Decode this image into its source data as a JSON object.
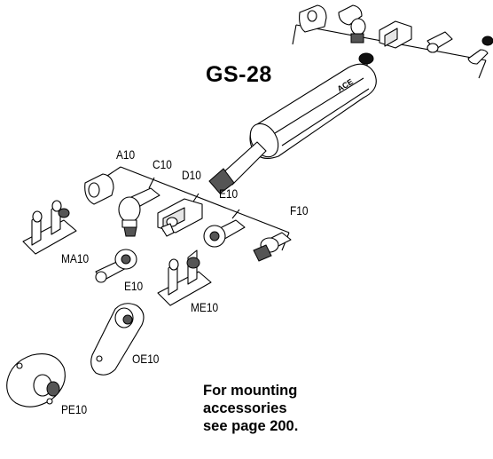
{
  "model": "GS-28",
  "brand_mark": "ACE",
  "labels": {
    "a10": "A10",
    "c10": "C10",
    "d10": "D10",
    "e10_top": "E10",
    "f10": "F10",
    "ma10": "MA10",
    "e10_bottom": "E10",
    "me10": "ME10",
    "oe10": "OE10",
    "pe10": "PE10"
  },
  "note": {
    "line1": "For mounting",
    "line2": "accessories",
    "line3": "see page 200."
  }
}
